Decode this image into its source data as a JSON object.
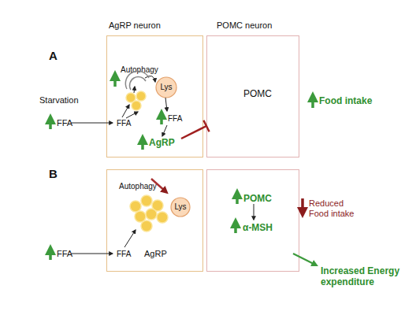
{
  "diagram": {
    "nodes": [
      {
        "text": [
          "AgRP neuron",
          "Autophagy",
          "FFA",
          "FFA",
          "AgRP"
        ]
      },
      {
        "text": [
          "Lys"
        ],
        "in": 0
      },
      {
        "text": [
          "POMC neuron",
          "POMC"
        ]
      },
      {
        "text": [
          "Autophagy",
          "FFA",
          "AgRP"
        ]
      },
      {
        "text": [
          "Lys"
        ],
        "in": 3
      },
      {
        "text": [
          "POMC",
          "α-MSH"
        ]
      }
    ],
    "labels": [
      "A",
      "Starvation",
      "FFA",
      "Food intake",
      "B",
      "FFA",
      "Reduced Food intake",
      "Increased Energy expenditure"
    ]
  }
}
